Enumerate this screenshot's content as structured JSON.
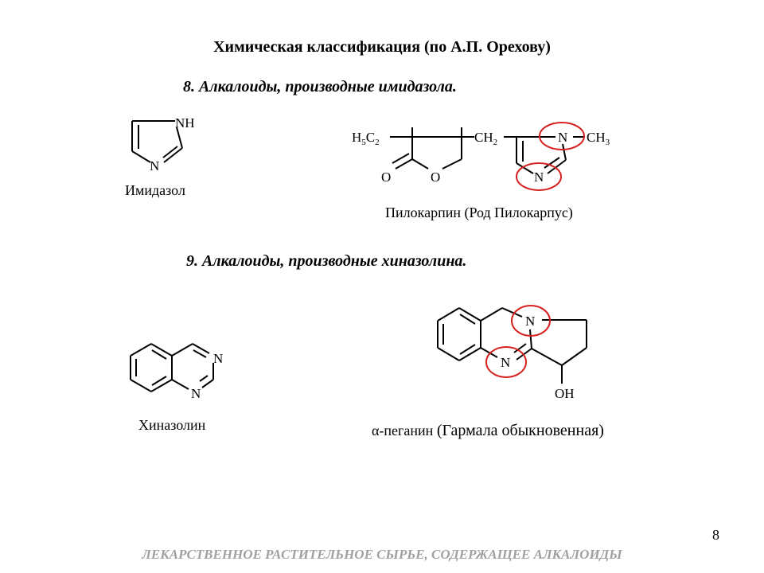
{
  "slide": {
    "title": "Химическая классификация (по А.П. Орехову)",
    "page_number": "8",
    "footer": "ЛЕКАРСТВЕННОЕ РАСТИТЕЛЬНОЕ СЫРЬЕ, СОДЕРЖАЩЕЕ АЛКАЛОИДЫ"
  },
  "section8": {
    "heading": "8. Алкалоиды, производные имидазола.",
    "imidazole": {
      "caption": "Имидазол",
      "atom_nh": "NH",
      "atom_n": "N"
    },
    "pilocarpine": {
      "caption": "Пилокарпин (Род Пилокарпус)",
      "h5c2_h": "H",
      "h5c2_5": "5",
      "h5c2_c": "C",
      "h5c2_2": "2",
      "ch2_main": "CH",
      "ch2_sub": "2",
      "atom_n1": "N",
      "ch3_main": "CH",
      "ch3_sub": "3",
      "atom_o_carbonyl": "O",
      "atom_o_ring": "O",
      "atom_n2": "N",
      "highlight_color": "#d62020"
    }
  },
  "section9": {
    "heading": "9. Алкалоиды, производные хиназолина.",
    "quinazoline": {
      "caption": "Хиназолин",
      "atom_n3": "N",
      "atom_n1": "N"
    },
    "peganine": {
      "caption_prefix": "α-пеганин",
      "caption_source": "(Гармала обыкновенная)",
      "atom_n_top": "N",
      "atom_n_left": "N",
      "atom_oh": "OH"
    }
  }
}
